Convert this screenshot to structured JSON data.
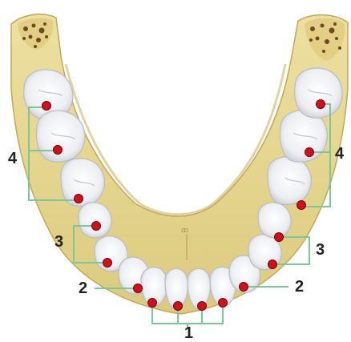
{
  "colors": {
    "bone": "#e8d893",
    "bone_shadow": "#c9b56a",
    "tooth": "#f6f6f7",
    "tooth_shadow": "#c9cbd0",
    "marker": "#d0101c",
    "bracket": "#7cc79a",
    "label": "#222222"
  },
  "labels": {
    "group_1": "1",
    "group_2_left": "2",
    "group_2_right": "2",
    "group_3_left": "3",
    "group_3_right": "3",
    "group_4_left": "4",
    "group_4_right": "4"
  }
}
